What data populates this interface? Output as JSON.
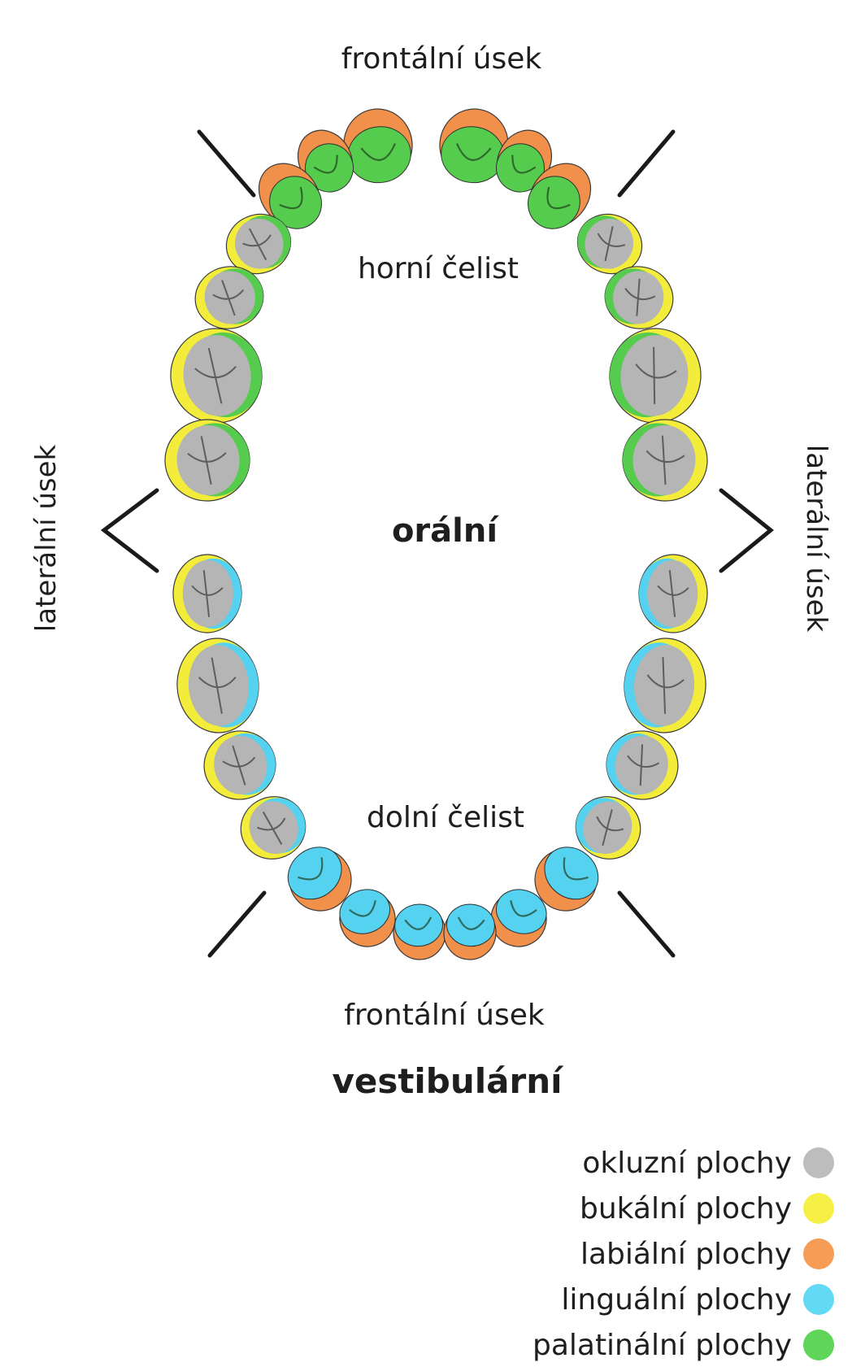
{
  "labels": {
    "front_top": "frontální úsek",
    "front_bottom": "frontální úsek",
    "lateral_left": "laterální úsek",
    "lateral_right": "laterální úsek",
    "upper_jaw": "horní čelist",
    "lower_jaw": "dolní čelist",
    "oral": "orální",
    "vestibular": "vestibulární"
  },
  "legend": [
    {
      "label": "okluzní plochy",
      "color": "#bdbdbd"
    },
    {
      "label": "bukální plochy",
      "color": "#f6f046"
    },
    {
      "label": "labiální plochy",
      "color": "#f59d57"
    },
    {
      "label": "linguální plochy",
      "color": "#63d9f5"
    },
    {
      "label": "palatinální plochy",
      "color": "#5fd65a"
    }
  ],
  "colors": {
    "occlusal": "#b5b5b5",
    "buccal": "#f3ec3a",
    "labial": "#f0904a",
    "lingual": "#54d2f0",
    "palatal": "#55cc4d",
    "line": "#1a1a1a"
  }
}
